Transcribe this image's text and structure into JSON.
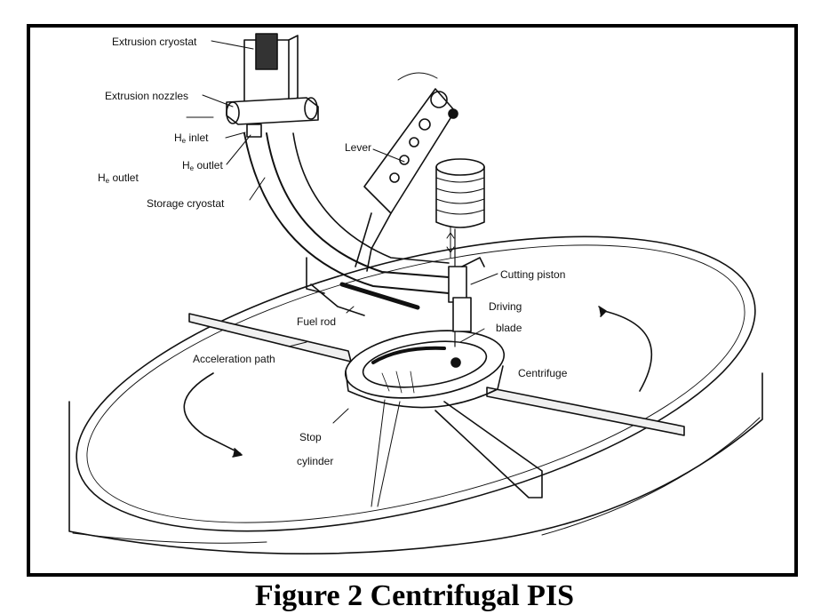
{
  "labels": {
    "extrusion_cryostat": "Extrusion cryostat",
    "extrusion_nozzles": "Extrusion nozzles",
    "he_inlet_main": "H",
    "he_inlet_sub": "e",
    "he_inlet_rest": " inlet",
    "he_outlet_a_main": "H",
    "he_outlet_a_sub": "e",
    "he_outlet_a_rest": " outlet",
    "he_outlet_b_main": "H",
    "he_outlet_b_sub": "e",
    "he_outlet_b_rest": " outlet",
    "storage_cryostat": "Storage cryostat",
    "lever": "Lever",
    "cutting_piston": "Cutting piston",
    "fuel_rod": "Fuel rod",
    "driving_line1": "Driving",
    "driving_line2": "blade",
    "acceleration_path": "Acceleration path",
    "centrifuge": "Centrifuge",
    "stop_line1": "Stop",
    "stop_line2": "cylinder"
  },
  "caption": "Figure 2 Centrifugal PIS",
  "colors": {
    "ink": "#111111",
    "frame": "#000000"
  }
}
